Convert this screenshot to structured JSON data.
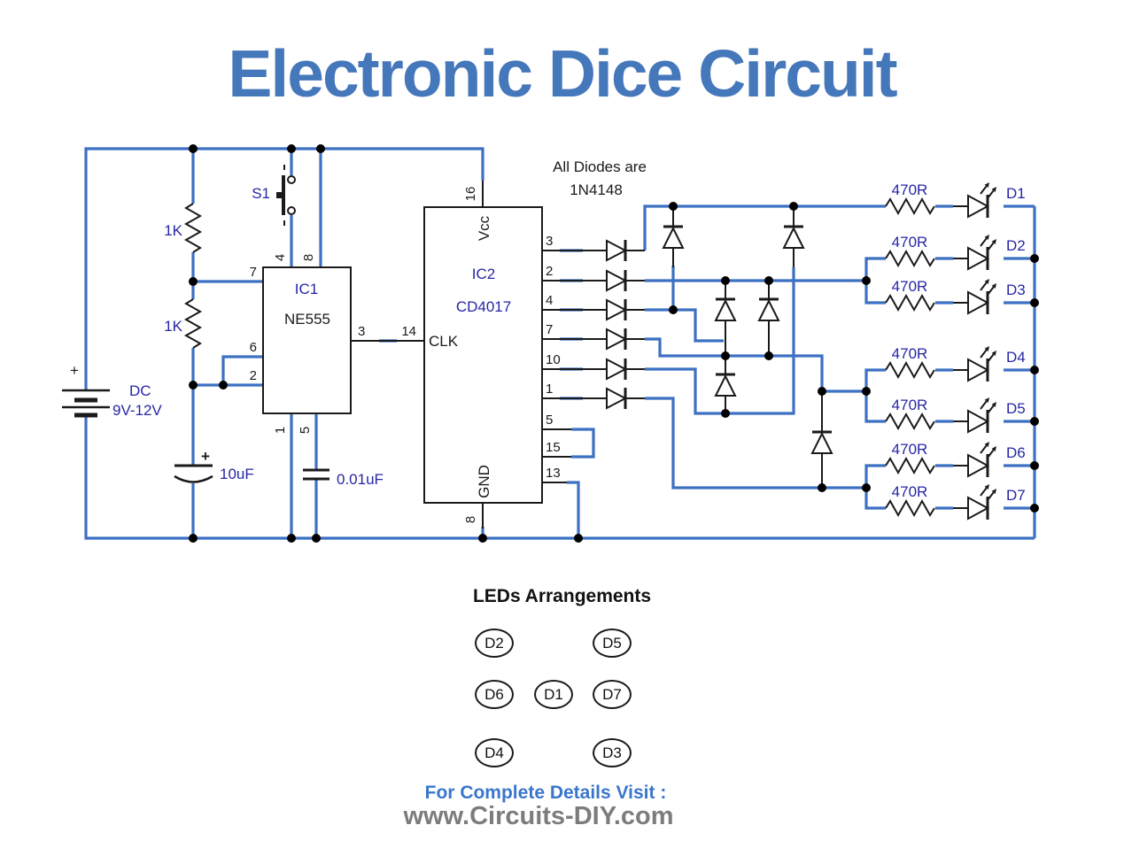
{
  "title": "Electronic Dice Circuit",
  "note": {
    "line1": "All Diodes are",
    "line2": "1N4148"
  },
  "power": {
    "plus": "+",
    "dc": "DC",
    "voltage": "9V-12V"
  },
  "components": {
    "r1": "1K",
    "r2": "1K",
    "switch_label": "S1",
    "cap1": "10uF",
    "cap1_plus": "+",
    "cap2": "0.01uF",
    "ic1": {
      "ref": "IC1",
      "part": "NE555",
      "pins": {
        "p7": "7",
        "p6": "6",
        "p2": "2",
        "p3": "3",
        "p4": "4",
        "p8": "8",
        "p1": "1",
        "p5": "5"
      }
    },
    "ic2": {
      "ref": "IC2",
      "part": "CD4017",
      "vcc": "Vcc",
      "gnd": "GND",
      "clk": "CLK",
      "pin16": "16",
      "pin8": "8",
      "clk_pin": "14",
      "right_pins": [
        "3",
        "2",
        "4",
        "7",
        "10",
        "1",
        "5",
        "15",
        "13"
      ]
    }
  },
  "led_rows": [
    {
      "resistor": "470R",
      "label": "D1"
    },
    {
      "resistor": "470R",
      "label": "D2"
    },
    {
      "resistor": "470R",
      "label": "D3"
    },
    {
      "resistor": "470R",
      "label": "D4"
    },
    {
      "resistor": "470R",
      "label": "D5"
    },
    {
      "resistor": "470R",
      "label": "D6"
    },
    {
      "resistor": "470R",
      "label": "D7"
    }
  ],
  "arrangement": {
    "heading": "LEDs Arrangements",
    "circles": [
      "D2",
      "D5",
      "D6",
      "D1",
      "D7",
      "D4",
      "D3"
    ]
  },
  "footer": {
    "line1": "For Complete Details Visit :",
    "line2": "www.Circuits-DIY.com"
  },
  "colors": {
    "wire": "#3c70c2",
    "label": "#2626a6",
    "title": "#4577bb",
    "footer_link": "#3a76cc",
    "footer_site": "#7c7c7c"
  }
}
